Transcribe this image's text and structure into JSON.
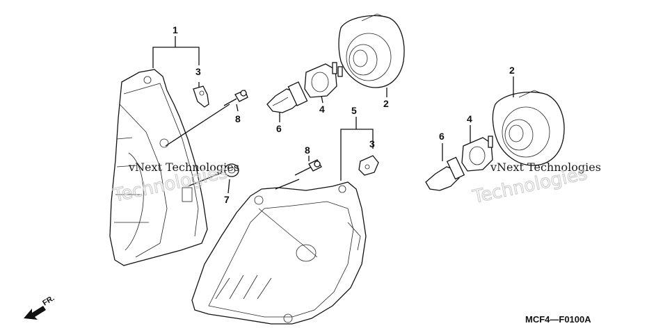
{
  "diagram": {
    "callouts": {
      "c1": "1",
      "c2a": "2",
      "c2b": "2",
      "c3a": "3",
      "c3b": "3",
      "c4a": "4",
      "c4b": "4",
      "c5": "5",
      "c6a": "6",
      "c6b": "6",
      "c7": "7",
      "c8a": "8",
      "c8b": "8"
    },
    "drawing_code": "MCF4—F0100A",
    "front_label": "FR.",
    "watermarks": {
      "line_small": "vNext Technologies",
      "line_outline": "Technologies"
    }
  }
}
